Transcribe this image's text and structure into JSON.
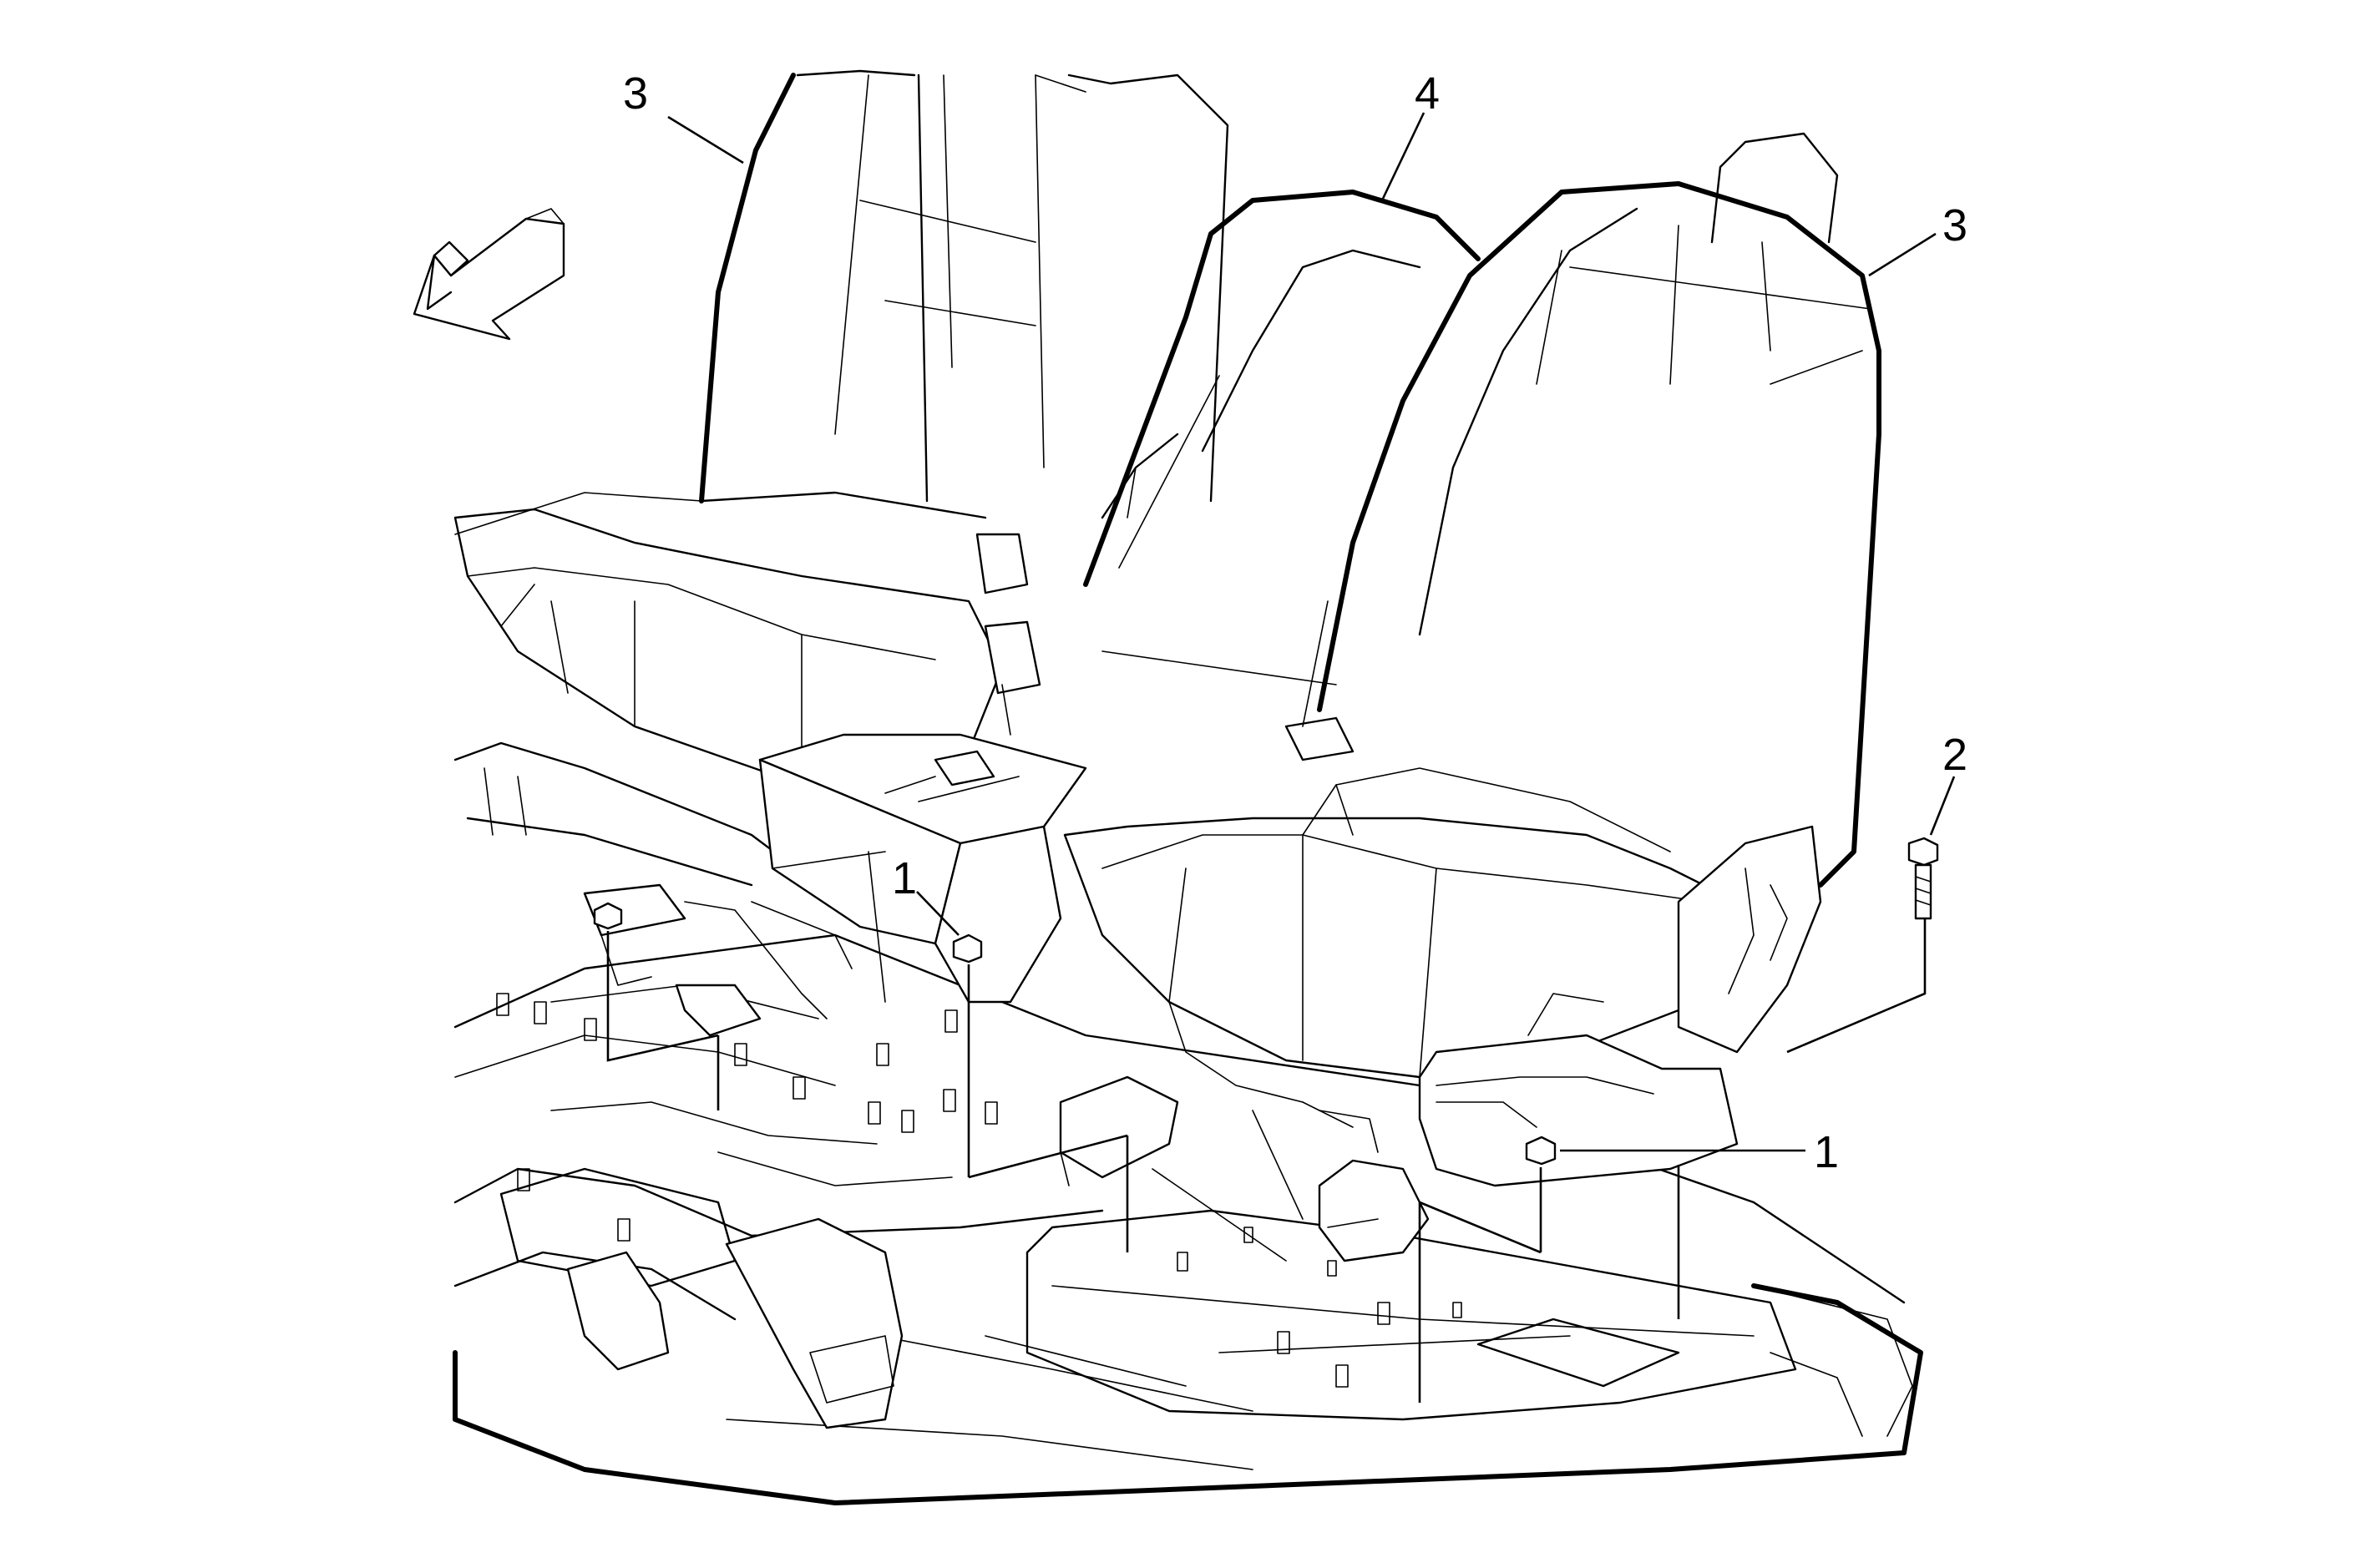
{
  "diagram": {
    "callouts": [
      {
        "id": "c1a",
        "label": "1"
      },
      {
        "id": "c1b",
        "label": "1"
      },
      {
        "id": "c2",
        "label": "2"
      },
      {
        "id": "c3a",
        "label": "3"
      },
      {
        "id": "c3b",
        "label": "3"
      },
      {
        "id": "c4",
        "label": "4"
      }
    ],
    "icons": {
      "direction_arrow": "forward-direction-arrow-icon"
    },
    "colors": {
      "line": "#000000",
      "background": "#ffffff"
    }
  }
}
